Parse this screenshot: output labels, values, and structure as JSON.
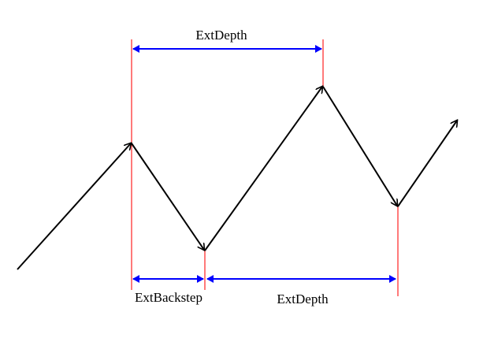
{
  "colors": {
    "zigzag": "#000000",
    "marker_lines": "#ff4d4d",
    "dimension_arrows": "#0000ff",
    "background": "#ffffff",
    "label_text": "#000000"
  },
  "labels": {
    "top_ext_depth": "ExtDepth",
    "ext_backstep": "ExtBackstep",
    "bottom_ext_depth": "ExtDepth"
  }
}
